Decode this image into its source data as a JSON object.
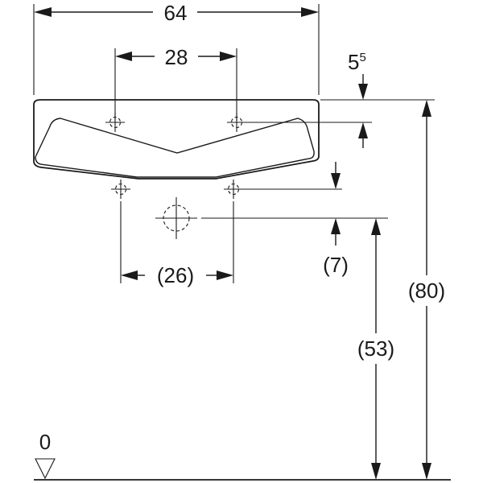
{
  "dimensions": {
    "width_total": "64",
    "tap_spacing": "28",
    "top_offset_base": "5",
    "top_offset_sup": "5",
    "bottom_hole_spacing": "(26)",
    "drain_offset": "(7)",
    "drain_height": "(53)",
    "total_height": "(80)",
    "floor_level": "0"
  },
  "colors": {
    "ink": "#1a1a1a",
    "background": "#ffffff"
  }
}
